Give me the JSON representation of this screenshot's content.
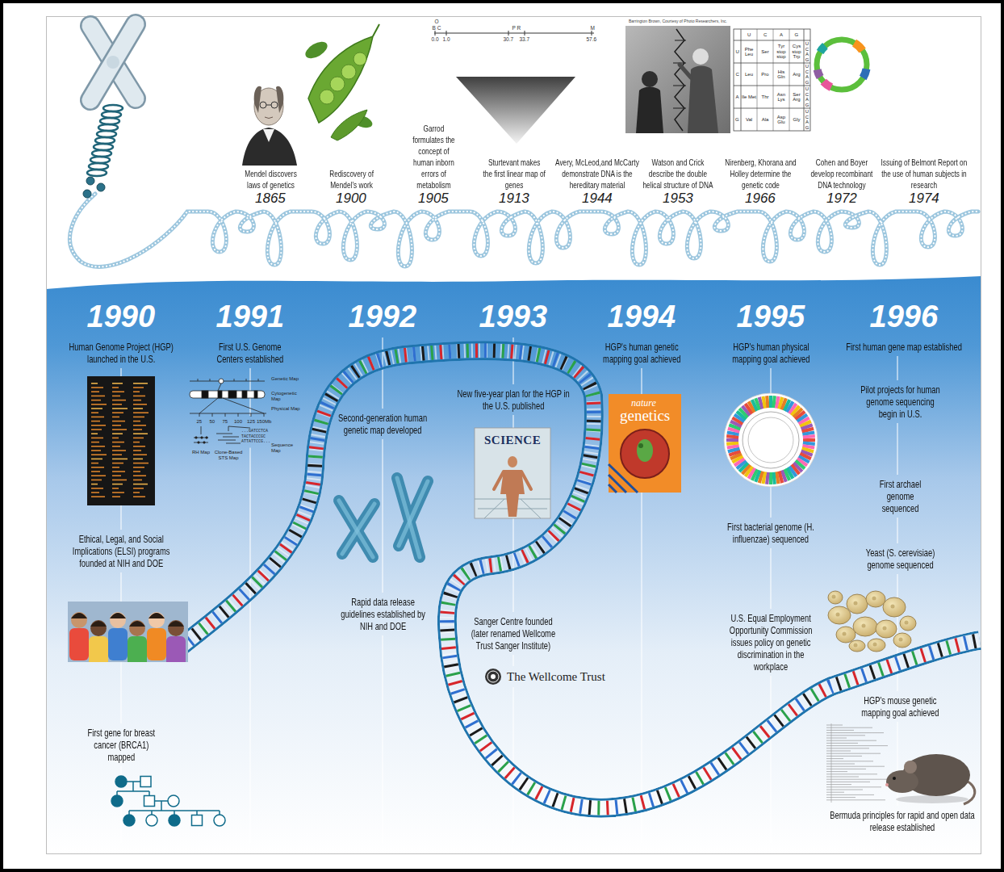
{
  "diagram": {
    "labels": [
      "Mendel discovers laws of genetics",
      "1865",
      "Rediscovery of Mendel's work",
      "1900",
      "Garrod formulates the concept of human inborn errors of metabolism",
      "1905",
      "O",
      "B C",
      "P R",
      "M",
      "0.0",
      "1.0",
      "30.7",
      "33.7",
      "57.6",
      "Sturtevant makes the first linear map of genes",
      "1913",
      "Avery, McLeod,and McCarty demonstrate DNA is the hereditary material",
      "1944",
      "Barrington Brown, Courtesy of Photo Researchers, Inc.",
      "Watson and Crick describe the double helical structure of DNA",
      "1953",
      "U",
      "C",
      "A",
      "G",
      "U",
      "Phe Leu",
      "Ser",
      "Tyr stop stop",
      "Cys stop Trp",
      "U C A G",
      "C",
      "Leu",
      "Pro",
      "His Gln",
      "Arg",
      "U C A G",
      "A",
      "Ile Met",
      "Thr",
      "Asn Lys",
      "Ser Arg",
      "U C A G",
      "G",
      "Val",
      "Ala",
      "Asp Glu",
      "Gly",
      "U C A G",
      "Nirenberg, Khorana and Holley determine the genetic code",
      "1966",
      "Cohen and Boyer develop recombinant DNA technology",
      "1972",
      "Issuing of Belmont Report on the use of human subjects in research",
      "1974",
      "1990",
      "Human Genome Project (HGP) launched in the U.S.",
      "Ethical, Legal, and Social Implications (ELSI) programs founded at NIH and DOE",
      "First gene for breast cancer (BRCA1) mapped",
      "1991",
      "First U.S. Genome Centers established",
      "Genetic Map",
      "Cytogenetic Map",
      "Physical Map",
      "25",
      "50",
      "75",
      "100",
      "125",
      "150Mb",
      "RH Map",
      "Clone-Based STS Map",
      "...GATCCTCA TACTACCCGC ATTATTCCG...",
      "Sequence Map",
      "1992",
      "Second-generation human genetic map developed",
      "Rapid data release guidelines established by NIH and DOE",
      "1993",
      "New five-year plan for the HGP in the U.S. published",
      "SCIENCE",
      "Sanger Centre founded (later renamed Wellcome Trust Sanger Institute)",
      "The Wellcome Trust",
      "1994",
      "HGP's human genetic mapping goal achieved",
      "nature",
      "genetics",
      "1995",
      "HGP's human physical mapping goal achieved",
      "First bacterial genome (H. influenzae) sequenced",
      "U.S. Equal Employment Opportunity Commission issues policy on genetic discrimination in the workplace",
      "1996",
      "First human gene map established",
      "Pilot projects for human genome sequencing begin in U.S.",
      "First archael genome sequenced",
      "Yeast (S. cerevisiae) genome sequenced",
      "HGP's mouse genetic mapping goal achieved",
      "Bermuda principles for rapid and open data release established"
    ]
  }
}
